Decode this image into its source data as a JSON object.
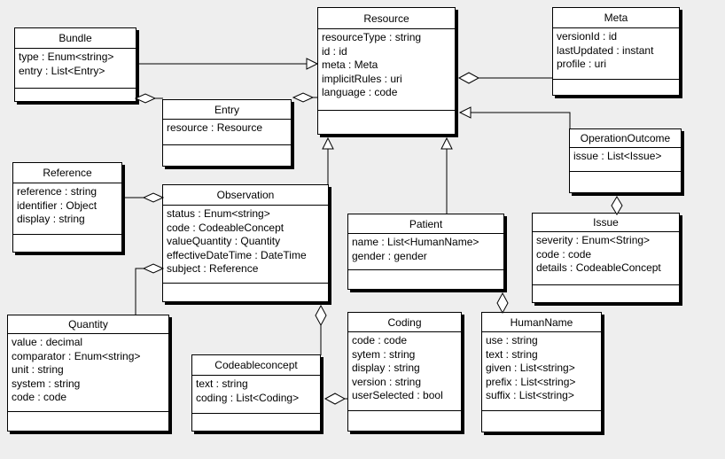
{
  "diagram": {
    "kind": "uml-class-diagram",
    "colors": {
      "background": "#eeeeee",
      "box_fill": "#ffffff",
      "line": "#000000",
      "shadow": "#000000"
    },
    "classes": [
      {
        "id": "bundle",
        "name": "Bundle",
        "attributes": [
          "type : Enum<string>",
          "entry : List<Entry>"
        ]
      },
      {
        "id": "resource",
        "name": "Resource",
        "attributes": [
          "resourceType : string",
          "id : id",
          "meta : Meta",
          "implicitRules : uri",
          "language : code"
        ]
      },
      {
        "id": "meta",
        "name": "Meta",
        "attributes": [
          "versionId : id",
          "lastUpdated : instant",
          "profile : uri"
        ]
      },
      {
        "id": "entry",
        "name": "Entry",
        "attributes": [
          "resource : Resource"
        ]
      },
      {
        "id": "reference",
        "name": "Reference",
        "attributes": [
          "reference : string",
          "identifier : Object",
          "display : string"
        ]
      },
      {
        "id": "observation",
        "name": "Observation",
        "attributes": [
          "status : Enum<string>",
          "code : CodeableConcept",
          "valueQuantity : Quantity",
          "effectiveDateTime : DateTime",
          "subject : Reference"
        ]
      },
      {
        "id": "patient",
        "name": "Patient",
        "attributes": [
          "name : List<HumanName>",
          "gender : gender"
        ]
      },
      {
        "id": "operationoutcome",
        "name": "OperationOutcome",
        "attributes": [
          "issue : List<Issue>"
        ]
      },
      {
        "id": "issue",
        "name": "Issue",
        "attributes": [
          "severity : Enum<String>",
          "code : code",
          "details : CodeableConcept"
        ]
      },
      {
        "id": "quantity",
        "name": "Quantity",
        "attributes": [
          "value : decimal",
          "comparator : Enum<string>",
          "unit : string",
          "system : string",
          "code : code"
        ]
      },
      {
        "id": "codeableconcept",
        "name": "Codeableconcept",
        "attributes": [
          "text : string",
          "coding : List<Coding>"
        ]
      },
      {
        "id": "coding",
        "name": "Coding",
        "attributes": [
          "code : code",
          "sytem : string",
          "display : string",
          "version : string",
          "userSelected : bool"
        ]
      },
      {
        "id": "humanname",
        "name": "HumanName",
        "attributes": [
          "use : string",
          "text : string",
          "given : List<string>",
          "prefix : List<string>",
          "suffix : List<string>"
        ]
      }
    ],
    "relationships": [
      {
        "from": "Bundle",
        "to": "Resource",
        "type": "generalization"
      },
      {
        "from": "Bundle",
        "to": "Entry",
        "type": "aggregation"
      },
      {
        "from": "Entry",
        "to": "Resource",
        "type": "aggregation"
      },
      {
        "from": "Resource",
        "to": "Meta",
        "type": "aggregation"
      },
      {
        "from": "OperationOutcome",
        "to": "Resource",
        "type": "generalization"
      },
      {
        "from": "Observation",
        "to": "Resource",
        "type": "generalization"
      },
      {
        "from": "Patient",
        "to": "Resource",
        "type": "generalization"
      },
      {
        "from": "Observation",
        "to": "Reference",
        "type": "aggregation"
      },
      {
        "from": "Observation",
        "to": "Quantity",
        "type": "aggregation"
      },
      {
        "from": "Observation",
        "to": "Codeableconcept",
        "type": "aggregation"
      },
      {
        "from": "Codeableconcept",
        "to": "Coding",
        "type": "aggregation"
      },
      {
        "from": "Patient",
        "to": "HumanName",
        "type": "aggregation"
      },
      {
        "from": "OperationOutcome",
        "to": "Issue",
        "type": "aggregation"
      }
    ]
  }
}
